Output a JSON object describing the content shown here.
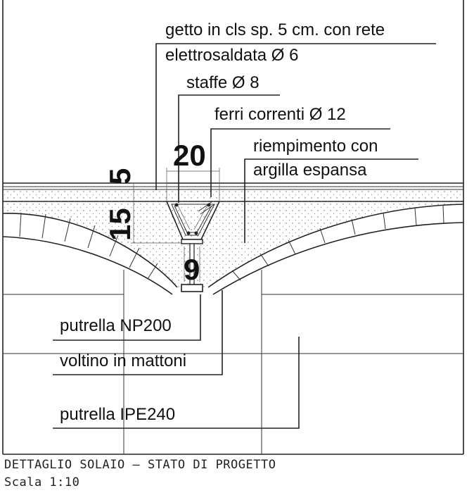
{
  "drawing": {
    "labels": {
      "getto": "getto in cls sp. 5 cm. con rete",
      "elettrosaldata": "elettrosaldata Ø 6",
      "staffe": "staffe Ø 8",
      "ferri": "ferri correnti Ø 12",
      "riempimento_1": "riempimento con",
      "riempimento_2": "argilla espansa",
      "np200": "putrella NP200",
      "voltino": "voltino in mattoni",
      "ipe240": "putrella IPE240"
    },
    "dimensions": {
      "width_top": "20",
      "slab": "5",
      "depth": "15",
      "width_bottom": "9"
    },
    "caption": {
      "title": "DETTAGLIO SOLAIO — STATO DI PROGETTO",
      "scale": "Scala 1:10"
    }
  }
}
